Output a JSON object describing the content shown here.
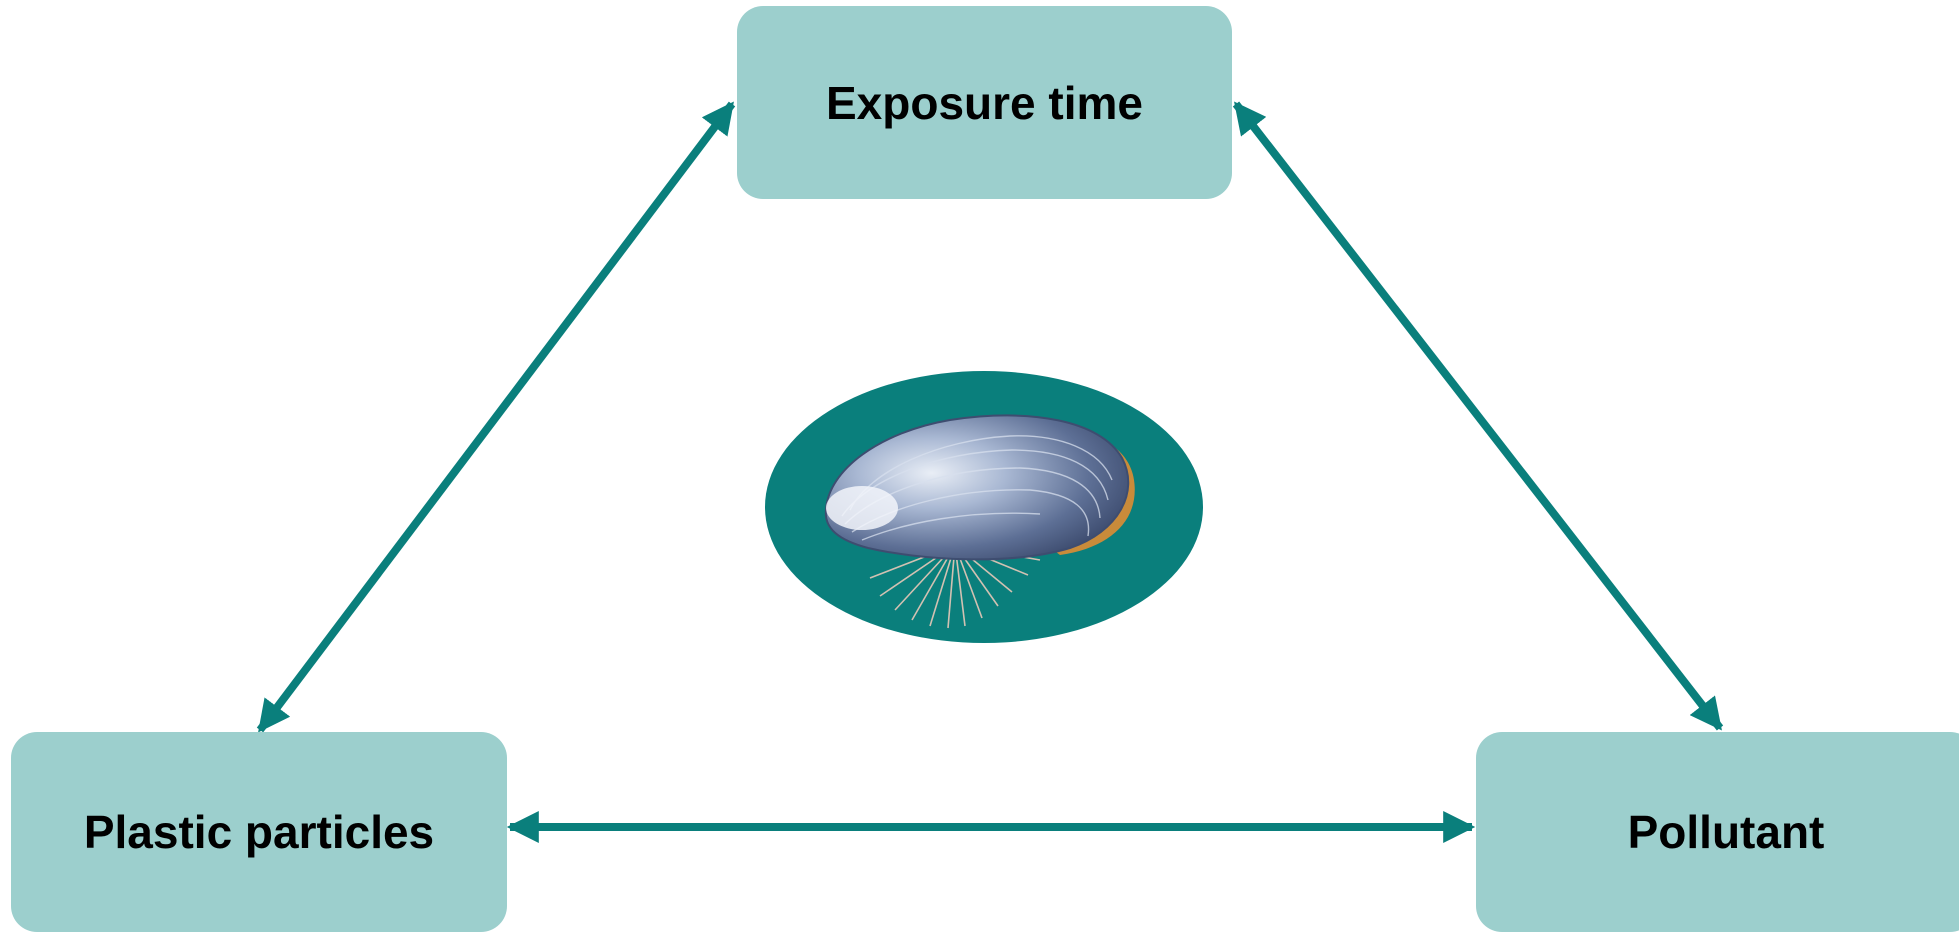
{
  "nodes": {
    "top": {
      "label": "Exposure time"
    },
    "left": {
      "label": "Plastic particles"
    },
    "right": {
      "label": "Pollutant"
    }
  },
  "center": {
    "icon": "mussel-icon"
  },
  "colors": {
    "box_fill": "#9ccfcd",
    "arrow": "#0a7f7c",
    "center_ellipse": "#0a7f7c",
    "shell": "#8ea3c4",
    "shell_dark": "#4c5f86",
    "shell_edge": "#c98b3a"
  },
  "edges": [
    {
      "from": "top",
      "to": "left",
      "direction": "both"
    },
    {
      "from": "top",
      "to": "right",
      "direction": "both"
    },
    {
      "from": "left",
      "to": "right",
      "direction": "both"
    }
  ]
}
